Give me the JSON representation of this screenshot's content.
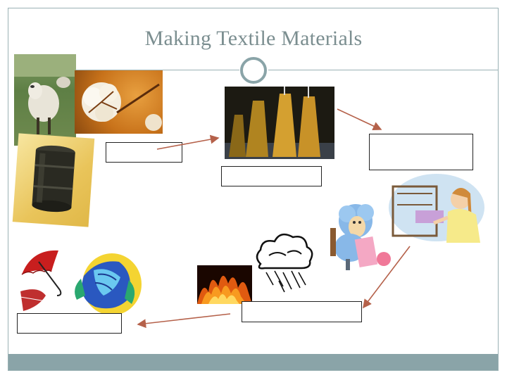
{
  "slide": {
    "title": "Making Textile Materials"
  },
  "colors": {
    "accent": "#8aa4a8",
    "title_text": "#7b8e90",
    "arrow": "#b5614a"
  },
  "images": [
    {
      "name": "sheep-photo"
    },
    {
      "name": "cotton-boll-photo"
    },
    {
      "name": "oil-barrel-photo"
    },
    {
      "name": "yarn-spools-photo"
    },
    {
      "name": "weaver-at-loom-clipart"
    },
    {
      "name": "sheep-knitting-clipart"
    },
    {
      "name": "rain-cloud-clipart"
    },
    {
      "name": "fire-photo"
    },
    {
      "name": "umbrella-clipart"
    },
    {
      "name": "jacket-clipart"
    }
  ],
  "answer_boxes": [
    {
      "name": "box-fiber",
      "value": ""
    },
    {
      "name": "box-yarn",
      "value": ""
    },
    {
      "name": "box-fabric",
      "value": ""
    },
    {
      "name": "box-finishing",
      "value": ""
    },
    {
      "name": "box-product",
      "value": ""
    }
  ]
}
